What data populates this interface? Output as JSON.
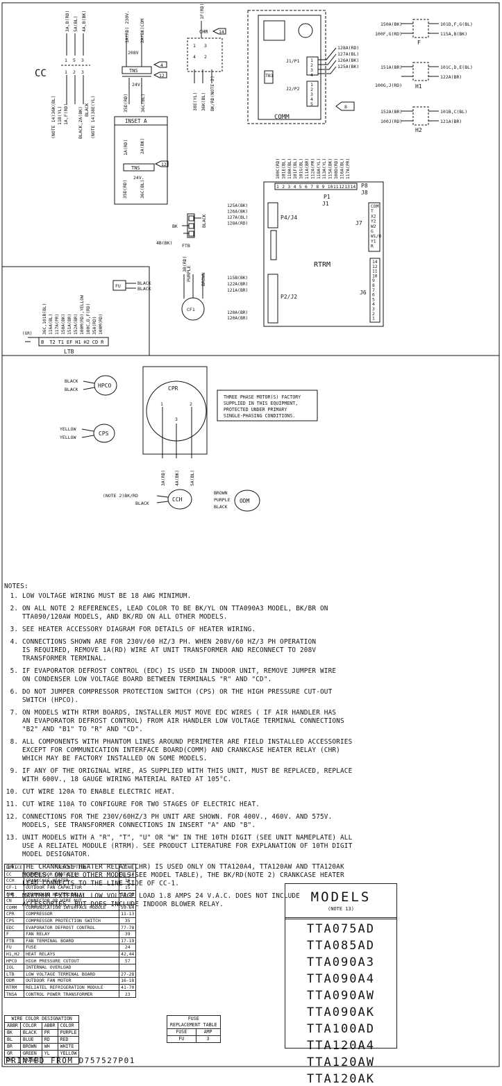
{
  "diagram": {
    "cc": {
      "label": "CC",
      "wires_top": [
        "3A,B(RD)",
        "5A(BL)",
        "4A,B(BK)"
      ],
      "terms_top": [
        "1",
        "5",
        "3"
      ],
      "terms_bot": [
        "1",
        "2",
        "3"
      ],
      "wires_bot": [
        "(NOTE 14)36K(BL)",
        "11B(YL)",
        "1A,F(RD)",
        "BLACK,2A(BK)",
        "BLACK",
        "(NOTE 14)38E(YL)"
      ]
    },
    "tns": {
      "label": "TNS",
      "top_left": "1A(RD) 230V.",
      "top_right": "2A(BK)COM",
      "tap": "208V",
      "bottom": "24V.",
      "bot_left": "35D(RD)",
      "bot_right": "36C(BL)",
      "ref1": "4",
      "ref2": "12"
    },
    "inset_a": {
      "title": "INSET A",
      "top_left": "1A(RD)",
      "top_right": "2A(BK)",
      "label": "TNS",
      "bottom": "24V.",
      "bot_left": "35D(RD)",
      "bot_right": "36C(BL)",
      "ref": "12"
    },
    "chr": {
      "label": "CHR",
      "wire_top": "1F(RD)",
      "ref": "14",
      "wires_bot": [
        "38E(YL)",
        "36K(BL)",
        "BK/RD(NOTE 2)"
      ],
      "pins": [
        "1",
        "3",
        "4",
        "2"
      ]
    },
    "comm": {
      "label": "COMM",
      "tb": "TB1",
      "j1": "J1/P1",
      "j2": "J2/P2",
      "ref": "8",
      "wires": [
        "128A(RD)",
        "127A(BL)",
        "126A(BK)",
        "125A(BK)"
      ],
      "pins_j1": [
        "1",
        "2",
        "3",
        "4"
      ],
      "pins_j2": [
        "1",
        "2",
        "3",
        "4",
        "5"
      ]
    },
    "relay_f": {
      "label": "F",
      "left_top": "150A(BK)",
      "left_bot": "100F,G(RD)",
      "right_top": "101D,F,G(BL)",
      "right_bot": "115A,B(BK)"
    },
    "relay_h1": {
      "label": "H1",
      "left_top": "151A(BR)",
      "left_bot": "100G,J(RD)",
      "right_top": "101C,D,E(BL)",
      "right_bot": "122A(BR)"
    },
    "relay_h2": {
      "label": "H2",
      "left_top": "152A(BR)",
      "left_bot": "100J(RD)",
      "right_top": "101B,C(BL)",
      "right_bot": "121A(BR)"
    },
    "rtrm": {
      "label": "RTRM",
      "p1": "P1",
      "j1": "J1",
      "p8": "P8",
      "j8": "J8",
      "p4j4": "P4/J4",
      "p2j2": "P2/J2",
      "j7": "J7",
      "j6": "J6",
      "top_wires": [
        "100C(RD)",
        "101E(BL)",
        "110A(BL)",
        "101F(BL)",
        "101G(BL)",
        "111A(BR)",
        "112A(PR)",
        "118A(YL)",
        "113A(YL)",
        "115A(BK)",
        "100D(RD)",
        "116A(BL)",
        "117A(PR)"
      ],
      "top_pins": [
        "1",
        "2",
        "3",
        "4",
        "5",
        "6",
        "7",
        "8",
        "9",
        "10",
        "11",
        "12",
        "13",
        "14"
      ],
      "p4_wires": [
        "125A(BK)",
        "126A(BK)",
        "127A(BL)",
        "128A(RD)"
      ],
      "p2_wires": [
        "115B(BK)",
        "122A(BR)",
        "121A(BR)",
        "120A(BR)",
        "120A(BR)"
      ],
      "j7_pins": [
        "COM",
        "T",
        "X2",
        "Y2",
        "W2",
        "G",
        "W1/O",
        "Y1",
        "R"
      ],
      "j6_pins": [
        "14",
        "12",
        "11",
        "10",
        "9",
        "8",
        "7",
        "6",
        "5",
        "4",
        "3",
        "2",
        "1"
      ]
    },
    "ftb": {
      "label": "FTB",
      "wire_left": "BK",
      "wire_bot": "4B(BK)",
      "wire_right": "BLACK",
      "wire_cf": "3B(RD)",
      "purple": "PURPLE",
      "brown": "BROWN",
      "cap": "CF1"
    },
    "fu": {
      "label": "FU",
      "w1": "BLACK",
      "w2": "BLACK"
    },
    "ltb": {
      "label": "LTB",
      "gr": "(GR)",
      "terms": [
        "B",
        "T2",
        "T1",
        "EF",
        "H1",
        "H2",
        "CD",
        "R"
      ],
      "wires": [
        "36C,101B(BL)",
        "116A(BL)",
        "117A(PR)",
        "150A(BK)",
        "151A(BR)",
        "152A(BR)",
        "100M(RD),YELLOW",
        "100C,D,F(RD)",
        "35A(RD)",
        "100M(RD)"
      ]
    },
    "hpco": {
      "label": "HPCO",
      "w1": "BLACK",
      "w2": "BLACK"
    },
    "cps": {
      "label": "CPS",
      "w1": "YELLOW",
      "w2": "YELLOW"
    },
    "cpr": {
      "label": "CPR",
      "t1": "1",
      "t2": "2",
      "t3": "3",
      "w1": "3A(RD)",
      "w2": "4A(BK)",
      "w3": "5A(BL)"
    },
    "ccr": {
      "label": "CCH",
      "w1": "(NOTE 2)BK/RD",
      "w2": "BLACK"
    },
    "odm": {
      "label": "ODM",
      "w1": "BROWN",
      "w2": "PURPLE",
      "w3": "BLACK"
    },
    "protect_note": [
      "THREE PHASE MOTOR(S) FACTORY",
      "SUPPLIED IN THIS EQUIPMENT,",
      "PROTECTED UNDER PRIMARY",
      "SINGLE-PHASING CONDITIONS."
    ]
  },
  "notes": {
    "heading": "NOTES:",
    "items": [
      "LOW VOLTAGE WIRING MUST BE 18 AWG MINIMUM.",
      "ON ALL NOTE 2 REFERENCES, LEAD COLOR TO BE BK/YL ON TTA090A3 MODEL, BK/BR ON\nTTA090/120AW MODELS, AND BK/RD ON ALL OTHER MODELS.",
      "SEE HEATER ACCESSORY DIAGRAM FOR DETAILS OF HEATER WIRING.",
      "CONNECTIONS SHOWN ARE FOR 230V/60 HZ/3 PH.   WHEN 208V/60 HZ/3 PH OPERATION\nIS REQUIRED, REMOVE 1A(RD) WIRE AT UNIT TRANSFORMER AND RECONNECT TO 208V\nTRANSFORMER TERMINAL.",
      "IF EVAPORATOR DEFROST CONTROL (EDC) IS USED IN INDOOR UNIT, REMOVE JUMPER WIRE\nON CONDENSER LOW VOLTAGE BOARD BETWEEN TERMINALS \"R\" AND \"CD\".",
      "DO NOT JUMPER COMPRESSOR PROTECTION SWITCH (CPS) OR THE HIGH PRESSURE CUT-OUT\nSWITCH (HPCO).",
      "ON MODELS WITH RTRM BOARDS, INSTALLER MUST MOVE EDC WIRES ( IF AIR HANDLER HAS\nAN EVAPORATOR DEFROST CONTROL) FROM AIR HANDLER LOW VOLTAGE TERMINAL CONNECTIONS\n\"B2\" AND \"B1\"  TO  \"R\" AND \"CD\".",
      "ALL COMPONENTS WITH PHANTOM LINES AROUND PERIMETER ARE FIELD INSTALLED ACCESSORIES\nEXCEPT FOR COMMUNICATION INTERFACE BOARD(COMM)  AND CRANKCASE HEATER RELAY (CHR)\nWHICH MAY BE FACTORY INSTALLED ON SOME MODELS.",
      "IF ANY OF THE ORIGINAL WIRE, AS SUPPLIED WITH THIS UNIT, MUST BE REPLACED, REPLACE\nWITH 600V., 18 GAUGE WIRING MATERIAL RATED AT 105°C.",
      "CUT WIRE 120A TO ENABLE ELECTRIC HEAT.",
      "CUT WIRE 110A TO CONFIGURE FOR TWO STAGES OF ELECTRIC HEAT.",
      "CONNECTIONS FOR THE 230V/60HZ/3 PH UNIT ARE SHOWN.   FOR 400V., 460V. AND 575V.\nMODELS, SEE TRANSFORMER CONNECTIONS IN INSERT \"A\" AND \"B\".",
      "UNIT MODELS WITH A \"R\", \"T\", \"U\" OR \"W\" IN THE 10TH DIGIT (SEE UNIT NAMEPLATE) ALL\nUSE A RELIATEL MODULE (RTRM).  SEE PRODUCT LITERATURE FOR EXPLANATION OF 10TH DIGIT\nMODEL DESIGNATOR.",
      "THE CRANKCASE HEATER RELAY (CHR) IS USED ONLY ON TTA120A4,  TTA120AW AND TTA120AK\nMODELS. ON ALL OTHER MODELS(SEE MODEL TABLE), THE BK/RD(NOTE 2) CRANKCASE HEATER\nLEAD CONNECTS TO THE LINE SIDE OF CC-1.",
      "MAXIMUM EXTERNAL LOW VOLTAGE LOAD 1.8 AMPS 24 V.A.C. DOES NOT INCLUDE\nACCESSORIES, BUT DOES INCLUDE INDOOR BLOWER RELAY."
    ]
  },
  "device_table": {
    "headers": [
      "DEVICE",
      "DESCRIPTION",
      "LINE"
    ],
    "rows": [
      [
        "CC",
        "COMPRESSOR CONTACTOR",
        "11-14"
      ],
      [
        "CCH",
        "CRANKCASE HEATER",
        "16"
      ],
      [
        "CF-1",
        "OUTDOOR FAN CAPACITOR",
        "15"
      ],
      [
        "CHR",
        "CRANKCASE HEATER RELAY",
        "19-20"
      ],
      [
        "CN",
        "CONNECTOR OR WIRE NUT",
        ""
      ],
      [
        "COMM",
        "COMMUNICATION INTERFACE MODULE",
        "59-64"
      ],
      [
        "CPR",
        "COMPRESSOR",
        "11-13"
      ],
      [
        "CPS",
        "COMPRESSOR PROTECTION SWITCH",
        "35"
      ],
      [
        "EDC",
        "EVAPORATOR DEFROST CONTROL",
        "77-78"
      ],
      [
        "F",
        "FAN RELAY",
        "39"
      ],
      [
        "FTB",
        "FAN TERMINAL BOARD",
        "17-19"
      ],
      [
        "FU",
        "FUSE",
        "24"
      ],
      [
        "H1,H2",
        "HEAT RELAYS",
        "42,44"
      ],
      [
        "HPCO",
        "HIGH PRESSURE CUTOUT",
        "57"
      ],
      [
        "IOL",
        "INTERNAL OVERLOAD",
        ""
      ],
      [
        "LTB",
        "LOW VOLTAGE TERMINAL BOARD",
        "27-28"
      ],
      [
        "ODM",
        "OUTDOOR FAN MOTOR",
        "16-18"
      ],
      [
        "RTRM",
        "RELIATEL REFRIGERATION MODULE",
        "41-70"
      ],
      [
        "TNSA",
        "CONTROL POWER TRANSFORMER",
        "23"
      ]
    ]
  },
  "wire_table": {
    "title": "WIRE COLOR DESIGNATION",
    "headers": [
      "ABBR",
      "COLOR",
      "ABBR",
      "COLOR"
    ],
    "rows": [
      [
        "BK",
        "BLACK",
        "PR",
        "PURPLE"
      ],
      [
        "BL",
        "BLUE",
        "RD",
        "RED"
      ],
      [
        "BR",
        "BROWN",
        "WH",
        "WHITE"
      ],
      [
        "GR",
        "GREEN",
        "YL",
        "YELLOW"
      ],
      [
        "OR",
        "ORANGE",
        "",
        ""
      ]
    ]
  },
  "fuse_table": {
    "title": "FUSE\nREPLACEMENT TABLE",
    "headers": [
      "FUSE",
      "AMP"
    ],
    "rows": [
      [
        "FU",
        "3"
      ]
    ]
  },
  "models": {
    "title": "MODELS",
    "note": "(NOTE 13)",
    "list": [
      "TTA075AD",
      "TTA085AD",
      "TTA090A3",
      "TTA090A4",
      "TTA090AW",
      "TTA090AK",
      "TTA100AD",
      "TTA120A4",
      "TTA120AW",
      "TTA120AK"
    ]
  },
  "footer": {
    "printed": "PRINTED FROM D757527P01"
  }
}
